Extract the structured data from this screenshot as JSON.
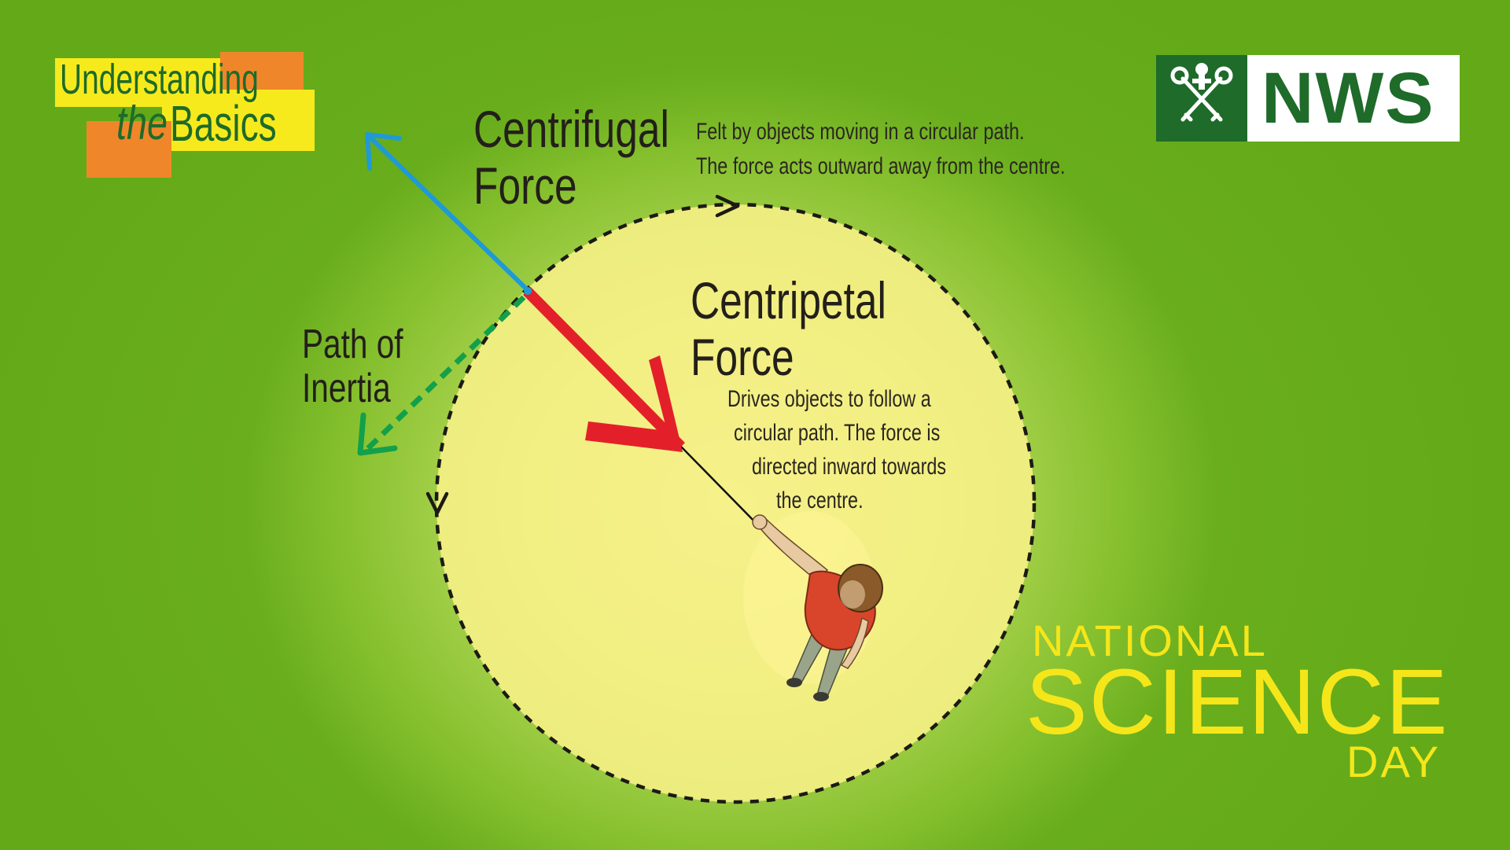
{
  "logo_basics": {
    "line1": "Understanding",
    "line2_a": "the",
    "line2_b": "Basics",
    "colors": {
      "yellow": "#f7ea1c",
      "orange": "#f0862a",
      "green": "#1e6b2a"
    }
  },
  "logo_nws": {
    "text": "NWS",
    "emblem_icon": "crossed-keys-icon",
    "colors": {
      "green": "#1e6b2a",
      "white": "#ffffff"
    }
  },
  "centrifugal": {
    "title_line1": "Centrifugal",
    "title_line2": "Force",
    "desc_line1": "Felt by objects moving in a circular path.",
    "desc_line2": "The force acts outward away from the centre.",
    "arrow_color": "#1f9ad6"
  },
  "centripetal": {
    "title_line1": "Centripetal",
    "title_line2": "Force",
    "desc_line1": "Drives objects to follow a",
    "desc_line2": "circular path. The force is",
    "desc_line3": "directed inward towards",
    "desc_line4": "the centre.",
    "arrow_color": "#e3202a"
  },
  "inertia": {
    "label_line1": "Path of",
    "label_line2": "Inertia",
    "arrow_color": "#13a04a"
  },
  "event": {
    "line1": "NATIONAL",
    "line2": "SCIENCE",
    "line3": "DAY",
    "color": "#f5e61a"
  },
  "figure": {
    "icon": "person-swinging-object-icon",
    "shirt_color": "#d9452a",
    "pants_color": "#9aa48a",
    "hair_color": "#8a5a2a"
  }
}
